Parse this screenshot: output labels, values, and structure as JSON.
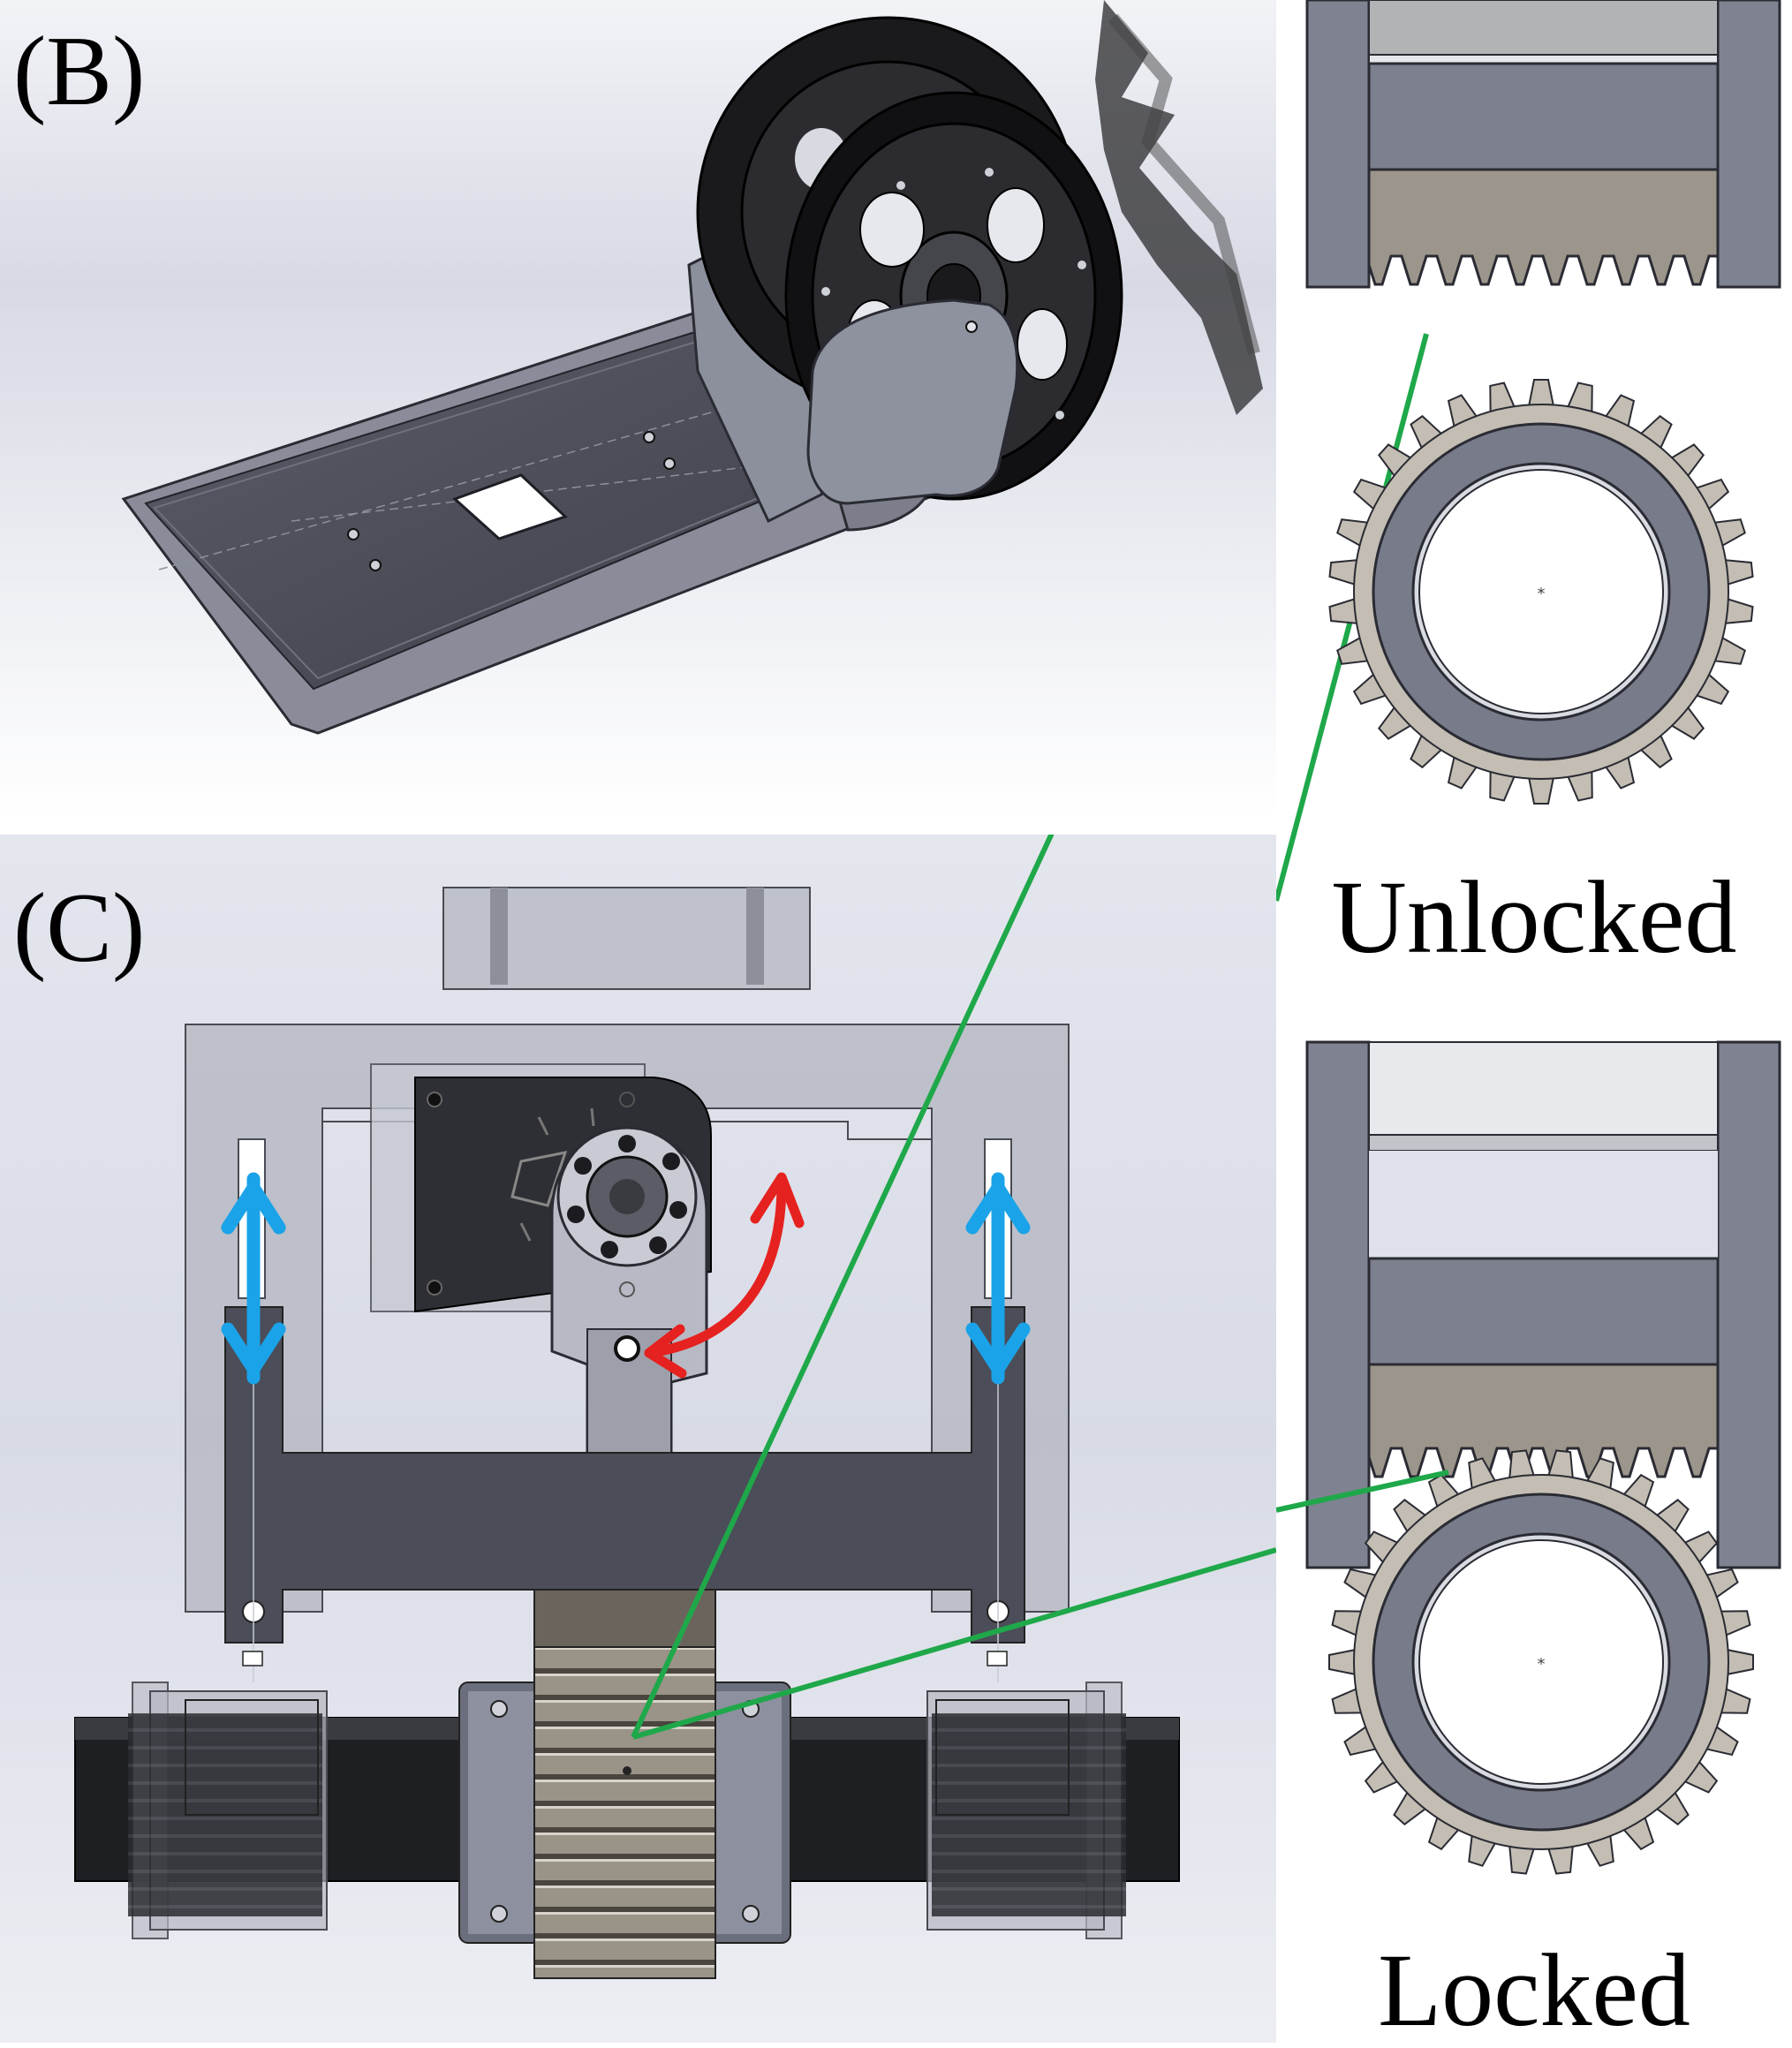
{
  "figure": {
    "panel_b": {
      "label": "(B)"
    },
    "panel_c": {
      "label": "(C)"
    },
    "gear_states": [
      {
        "label": "Unlocked"
      },
      {
        "label": "Locked"
      }
    ]
  },
  "colors": {
    "cad_dark": "#454650",
    "cad_mid": "#7f8391",
    "cad_light": "#b9bcc6",
    "rack": "#9c958b",
    "tire": "#141414",
    "vertical_arrow": "#1aa3e8",
    "rotation_arrow": "#e5221f",
    "callout_line": "#1fa84a"
  }
}
